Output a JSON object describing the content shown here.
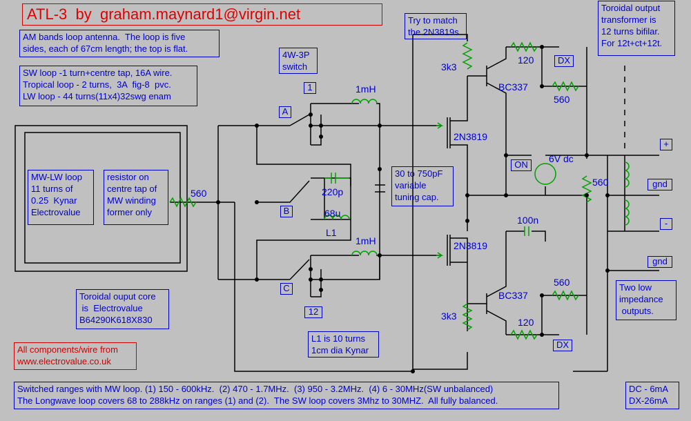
{
  "title": "ATL-3  by  graham.maynard1@virgin.net",
  "notes": {
    "loop": "AM bands loop antenna.  The loop is five\nsides, each of 67cm length; the top is flat.",
    "sw": "SW loop -1 turn+centre tap, 16A wire.\nTropical loop - 2 turns,  3A  fig-8  pvc.\nLW loop - 44 turns(11x4)32swg enam",
    "mw": "MW-LW loop\n11 turns of\n0.25  Kynar\nElectrovalue",
    "resistor": "resistor on\ncentre tap of\nMW winding\nformer only",
    "switch": "4W-3P\nswitch",
    "match": "Try to match\nthe 2N3819s",
    "tuning": "30 to 750pF\nvariable\ntuning cap.",
    "transformer": "Toroidal output\ntransformer is\n12 turns bifilar.\nFor 12t+ct+12t.",
    "core": "Toroidal ouput core\n is  Electrovalue\nB64290K618X830",
    "components": "All components/wire from\nwww.electrovalue.co.uk",
    "l1": "L1 is 10 turns\n1cm dia Kynar",
    "outputs": "Two low\nimpedance\n outputs.",
    "ranges": "Switched ranges with MW loop. (1) 150 - 600kHz.  (2) 470 - 1.7MHz.  (3) 950 - 3.2MHz.  (4) 6 - 30MHz(SW unbalanced)\nThe Longwave loop covers 68 to 288kHz on ranges (1) and (2).  The SW loop covers 3Mhz to 30MHZ.  All fully balanced.",
    "current": "DC - 6mA\nDX-26mA"
  },
  "labels": {
    "r560_left": "560",
    "mh_top": "1mH",
    "mh_bot": "1mH",
    "c220p": "220p",
    "l68u": "68u",
    "l1": "L1",
    "fet_top": "2N3819",
    "fet_bot": "2N3819",
    "r3k3_top": "3k3",
    "r3k3_bot": "3k3",
    "bjt_top": "BC337",
    "bjt_bot": "BC337",
    "r120_top": "120",
    "r120_bot": "120",
    "r560_top": "560",
    "r560_bot": "560",
    "r560_mid": "560",
    "c100n": "100n",
    "batt": "6V dc"
  },
  "tags": {
    "pos1": "1",
    "pos12": "12",
    "sw_a": "A",
    "sw_b": "B",
    "sw_c": "C",
    "dx_top": "DX",
    "dx_bot": "DX",
    "on": "ON",
    "plus": "+",
    "gnd1": "gnd",
    "minus": "-",
    "gnd2": "gnd"
  },
  "colors": {
    "wire": "#000000",
    "text": "#0000d0",
    "title": "#e00000",
    "component": "#00a000",
    "background": "#c0c0c0"
  }
}
